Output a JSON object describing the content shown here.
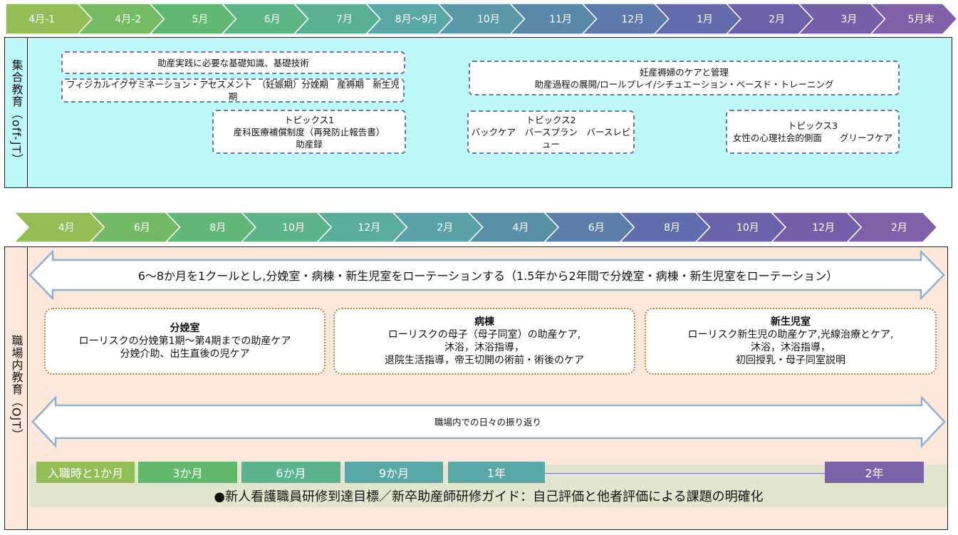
{
  "colors": {
    "chevron_gradient": [
      "#92bd57",
      "#62b96e",
      "#5ab38c",
      "#5aa7a8",
      "#5a8aa8",
      "#5f6fae",
      "#6e5ea8",
      "#8060a8"
    ],
    "offjt_bg": "#bff8f9",
    "ojt_bg": "#fde6da",
    "dashed_border": "#5b7ba8",
    "dotted_border": "#c07a30"
  },
  "timeline_top": [
    "4月-1",
    "4月-2",
    "5月",
    "6月",
    "7月",
    "8月～9月",
    "10月",
    "11月",
    "12月",
    "1月",
    "2月",
    "3月",
    "5月末"
  ],
  "timeline_bottom": [
    "4月",
    "6月",
    "8月",
    "10月",
    "12月",
    "2月",
    "4月",
    "6月",
    "8月",
    "10月",
    "12月",
    "2月"
  ],
  "offjt": {
    "label": "集合教育（off-JT）",
    "boxes": [
      {
        "lines": [
          "助産実践に必要な基礎知識、基礎技術"
        ]
      },
      {
        "lines": [
          "フィジカルイグザミネーション・アセスメント　（妊娠期）分娩期　産褥期　新生児期"
        ]
      },
      {
        "lines": [
          "トピックス1",
          "産科医療補償制度（再発防止報告書）",
          "助産録"
        ]
      },
      {
        "lines": [
          "妊産褥婦のケアと管理",
          "助産過程の展開/ロールプレイ/シチュエーション・ベースド・トレーニング"
        ]
      },
      {
        "lines": [
          "トピックス2",
          "バックケア　バースプラン　バースレビュー"
        ]
      },
      {
        "lines": [
          "トピックス3",
          "女性の心理社会的側面　　グリーフケア"
        ]
      }
    ]
  },
  "ojt": {
    "label": "職場内教育（OJT）",
    "rotation_text": "6～8か月を1クールとし,分娩室・病棟・新生児室をローテーションする（1.5年から2年間で分娩室・病棟・新生児室をローテーション）",
    "units": [
      {
        "title": "分娩室",
        "lines": [
          "ローリスクの分娩第1期～第4期までの助産ケア",
          "分娩介助、出生直後の児ケア"
        ]
      },
      {
        "title": "病棟",
        "lines": [
          "ローリスクの母子（母子同室）の助産ケア,",
          "沐浴，沐浴指導，",
          "退院生活指導，帝王切開の術前・術後のケア"
        ]
      },
      {
        "title": "新生児室",
        "lines": [
          "ローリスク新生児の助産ケア,光線治療とケア,",
          "沐浴，沐浴指導，",
          "初回授乳・母子同室説明"
        ]
      }
    ],
    "reflection_text": "職場内での日々の振り返り",
    "milestones": [
      {
        "label": "入職時と1か月",
        "color": "#92bd57"
      },
      {
        "label": "3か月",
        "color": "#62b96e"
      },
      {
        "label": "6か月",
        "color": "#5ab38c"
      },
      {
        "label": "9か月",
        "color": "#5aa7a8"
      },
      {
        "label": "1年",
        "color": "#5aa7a8"
      },
      {
        "label": "2年",
        "color": "#7a63a6"
      }
    ],
    "goal_text": "●新人看護職員研修到達目標／新卒助産師研修ガイド：自己評価と他者評価による課題の明確化"
  }
}
